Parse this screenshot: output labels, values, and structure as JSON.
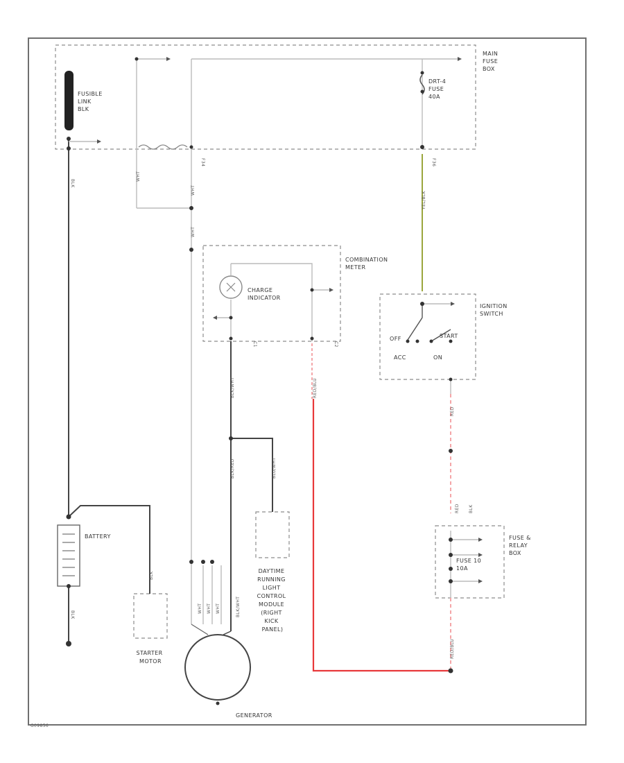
{
  "labels": {
    "main_fuse_box": [
      "MAIN",
      "FUSE",
      "BOX"
    ],
    "fusible_link": [
      "FUSIBLE",
      "LINK",
      "BLK"
    ],
    "drl_fuse": [
      "DRT-4",
      "FUSE",
      "40A"
    ],
    "combination_meter": [
      "COMBINATION",
      "METER"
    ],
    "charge_indicator": [
      "CHARGE",
      "INDICATOR"
    ],
    "ignition_switch": [
      "IGNITION",
      "SWITCH"
    ],
    "ign_off": "OFF",
    "ign_start": "START",
    "ign_acc": "ACC",
    "ign_on": "ON",
    "battery": "BATTERY",
    "starter_motor": [
      "STARTER",
      "MOTOR"
    ],
    "drl_module": [
      "DAYTIME",
      "RUNNING",
      "LIGHT",
      "CONTROL",
      "MODULE",
      "(RIGHT",
      "KICK",
      "PANEL)"
    ],
    "fuse_relay_box": [
      "FUSE &",
      "RELAY",
      "BOX"
    ],
    "fuse_10": [
      "FUSE 10",
      "10A"
    ],
    "generator": "GENERATOR",
    "figure_id": "G09856"
  },
  "wires": {
    "blk_main": "BLK",
    "wht_1": "WHT",
    "wht_2": "WHT",
    "wht_3": "WHT",
    "connector_f34": "F34",
    "connector_f36": "F36",
    "blk_red": "BLK/RED",
    "blu_wht": "BLU/WHT",
    "red": "RED",
    "yel_blk": "YEL/BLK",
    "red_blu": "RED/BLU",
    "blk_wht": "BLK/WHT",
    "wht_g1": "WHT",
    "wht_g2": "WHT",
    "wht_g3": "WHT",
    "blk_g": "BLK/WHT",
    "blk_batt": "BLK",
    "c1": "C1",
    "c2": "C2",
    "f_red": "RED",
    "f_blk": "BLK"
  },
  "colors": {
    "frame": "#6f6f6f",
    "dashed_box": "#8c8c8c",
    "dark_wire": "#444444",
    "light_wire": "#bbbbbb",
    "red_wire": "#e8383a",
    "pink_wire": "#f4a6a8",
    "yellow_green_wire": "#9aa63c"
  }
}
